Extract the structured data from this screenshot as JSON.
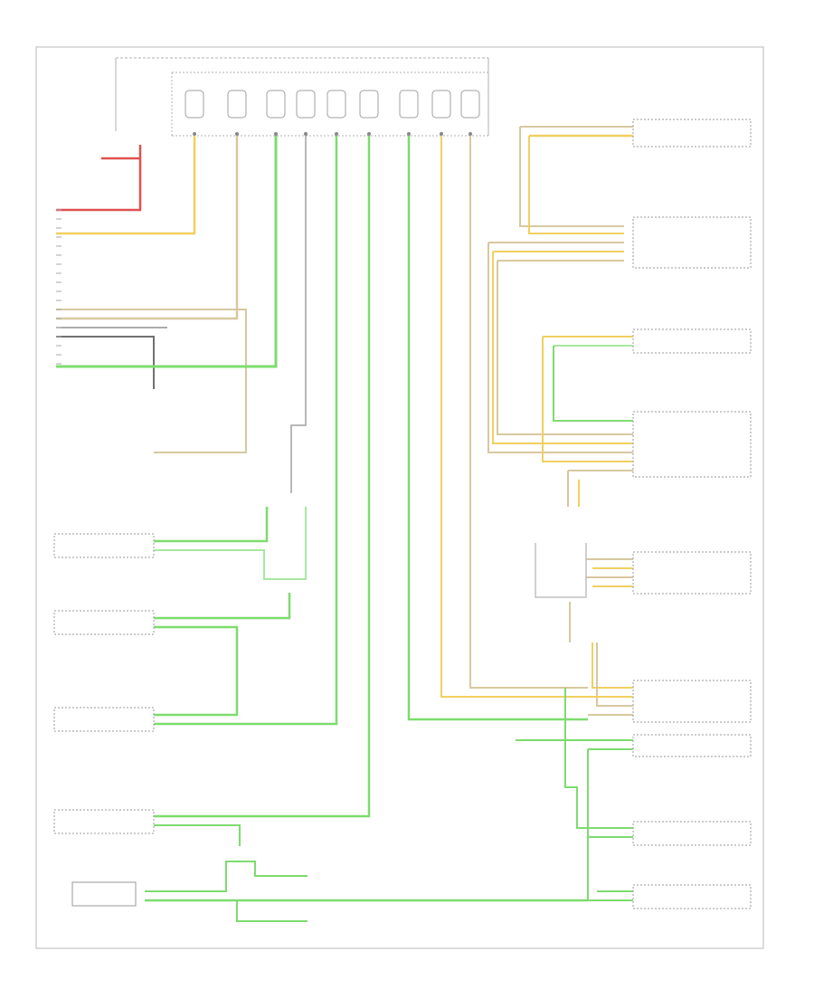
{
  "diagram": {
    "footer": "",
    "colors": {
      "green": "#7ddc6e",
      "yellow": "#f0d060",
      "red": "#e05050",
      "tan": "#d8c8a0",
      "gray": "#808080",
      "frame": "#b8b8b8"
    },
    "left_labels": [
      {
        "text": "",
        "name": "label-hot-at-all-times"
      },
      {
        "text": "",
        "name": "label-power-distribution"
      },
      {
        "text": "",
        "name": "label-data-link-connector"
      },
      {
        "text": "",
        "name": "label-steering-angle-module"
      },
      {
        "text": "",
        "name": "label-radio-control-unit"
      },
      {
        "text": "",
        "name": "label-hvac-control-module"
      },
      {
        "text": "",
        "name": "label-radio"
      },
      {
        "text": "",
        "name": "label-climate-control"
      }
    ],
    "right_labels": [
      {
        "text": "",
        "name": "label-body-control-module"
      },
      {
        "text": "",
        "name": "label-engine-control-module"
      },
      {
        "text": "",
        "name": "label-transmission-control-module"
      },
      {
        "text": "",
        "name": "label-transfer-case-module"
      },
      {
        "text": "",
        "name": "label-electronic-brake-module"
      },
      {
        "text": "",
        "name": "label-electric-power-steering"
      },
      {
        "text": "",
        "name": "label-parking-assist-module"
      },
      {
        "text": "",
        "name": "label-instrument-panel-cluster"
      },
      {
        "text": "",
        "name": "label-tire-pressure-monitor"
      }
    ]
  }
}
